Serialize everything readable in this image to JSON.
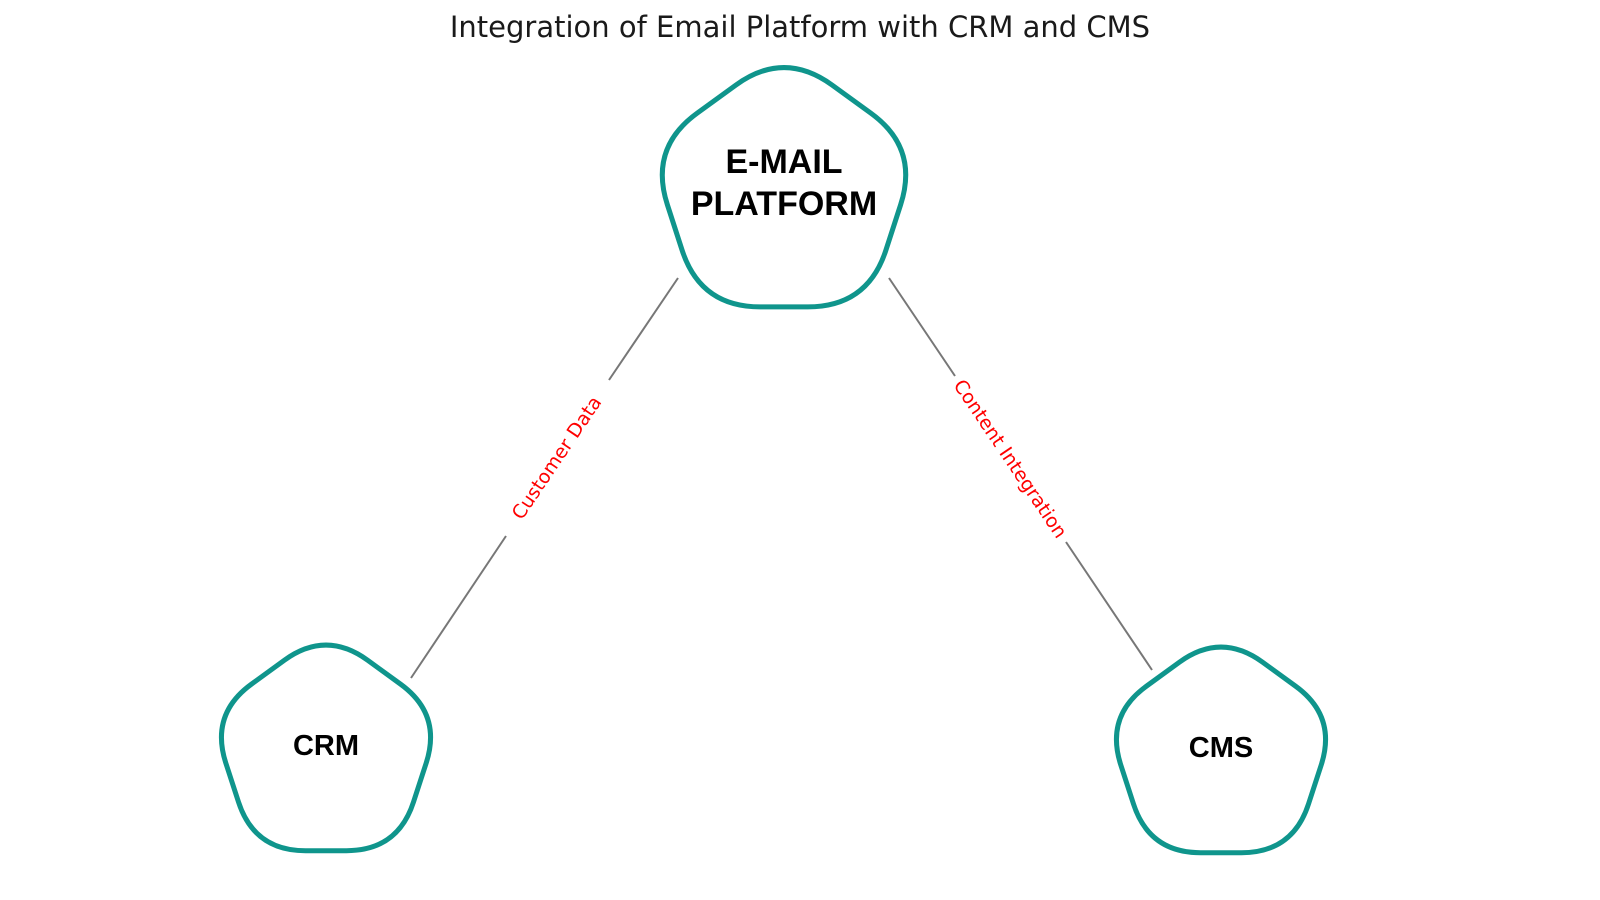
{
  "title": "Integration of Email Platform with CRM and CMS",
  "colors": {
    "node_stroke": "#0F958C",
    "edge": "#777777",
    "edge_label": "#FF0000",
    "node_label": "#000000"
  },
  "nodes": [
    {
      "id": "email",
      "label_lines": [
        "E-MAIL",
        "PLATFORM"
      ],
      "shape": "rounded-pentagon"
    },
    {
      "id": "crm",
      "label_lines": [
        "CRM"
      ],
      "shape": "rounded-pentagon"
    },
    {
      "id": "cms",
      "label_lines": [
        "CMS"
      ],
      "shape": "rounded-pentagon"
    }
  ],
  "edges": [
    {
      "from": "email",
      "to": "crm",
      "label": "Customer Data"
    },
    {
      "from": "email",
      "to": "cms",
      "label": "Content Integration"
    }
  ]
}
